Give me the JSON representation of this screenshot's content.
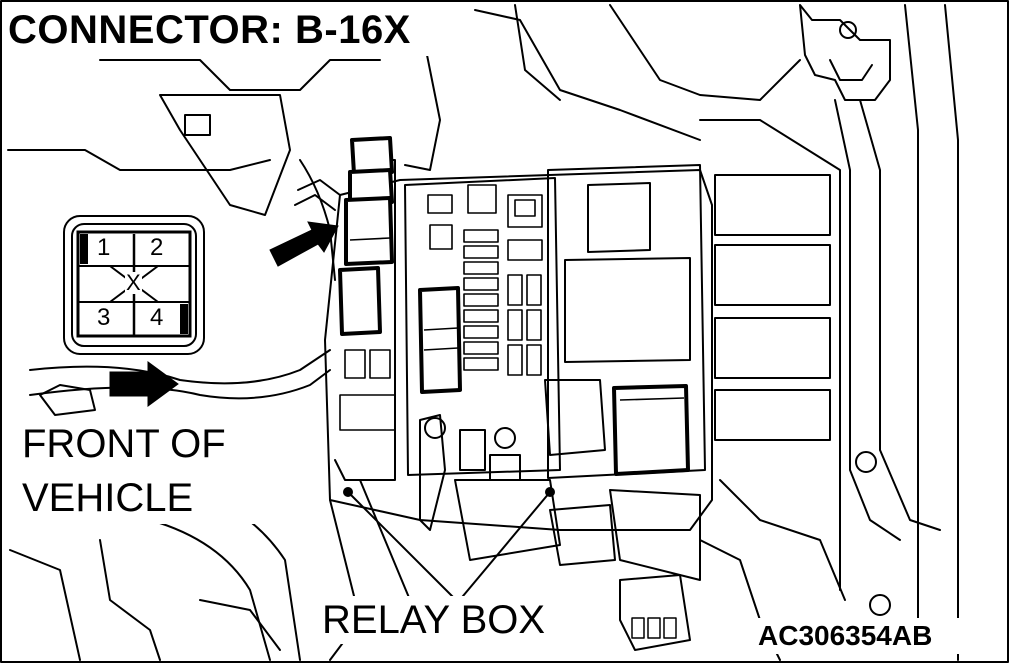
{
  "title": "CONNECTOR: B-16X",
  "connector_pins": [
    "1",
    "2",
    "3",
    "4"
  ],
  "connector_mark": "X",
  "front_label": [
    "FRONT OF",
    "VEHICLE"
  ],
  "relay_box_label": "RELAY BOX",
  "figure_code": "AC306354AB"
}
